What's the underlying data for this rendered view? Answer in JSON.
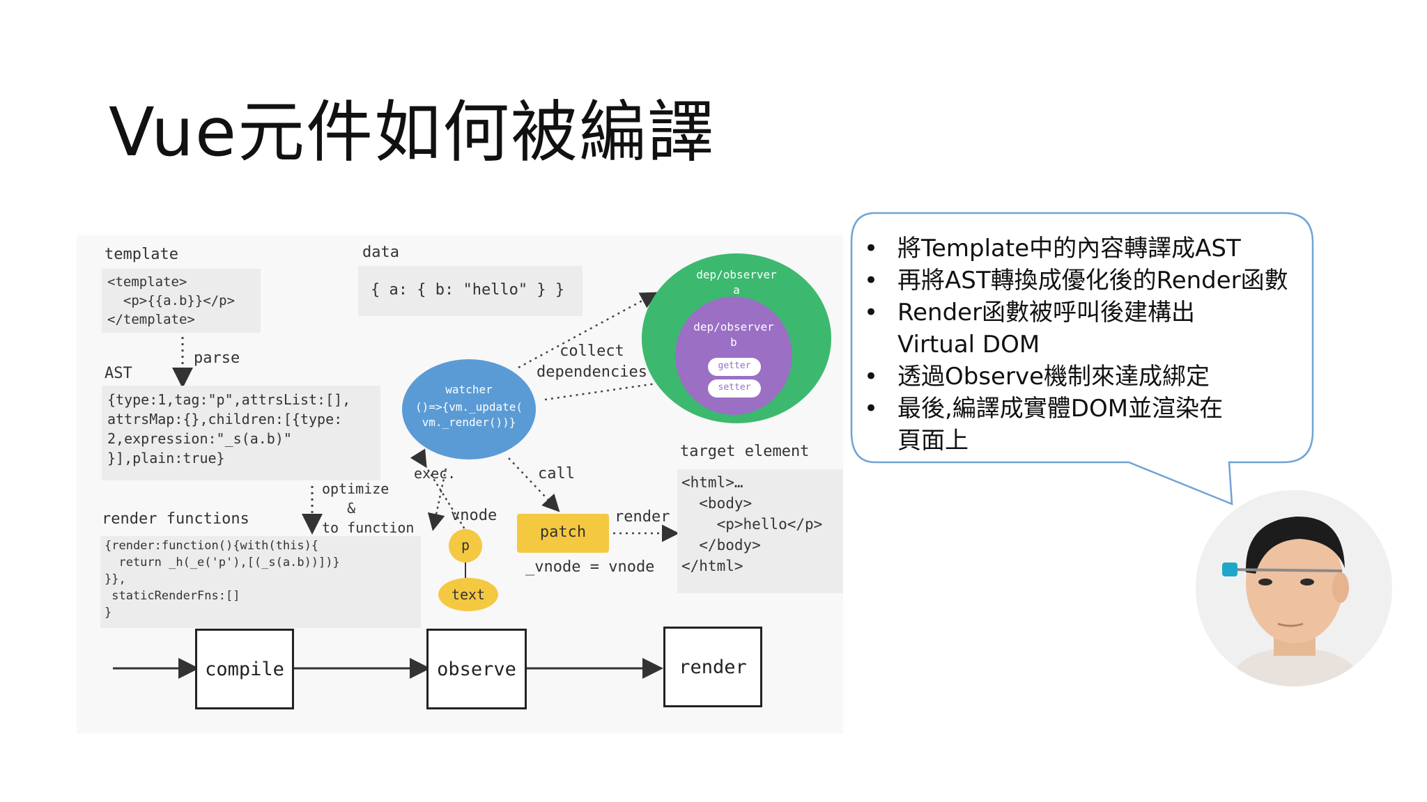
{
  "slide": {
    "title": "Vue元件如何被編譯"
  },
  "diagram": {
    "template_label": "template",
    "template_code": "<template>\n  <p>{{a.b}}</p>\n</template>",
    "data_label": "data",
    "data_code": "{ a: { b: \"hello\" } }",
    "parse_label": "parse",
    "ast_label": "AST",
    "ast_code": "{type:1,tag:\"p\",attrsList:[],\nattrsMap:{},children:[{type:\n2,expression:\"_s(a.b)\"\n}],plain:true}",
    "optimize_label": "optimize\n   &\nto function",
    "render_functions_label": "render functions",
    "render_functions_code": "{render:function(){with(this){\n  return _h(_e('p'),[(_s(a.b))])}\n}},\n staticRenderFns:[]\n}",
    "watcher_title": "watcher",
    "watcher_code": "()=>{vm._update(\nvm._render())}",
    "collect_label": "collect\ndependencies",
    "dep_a": "dep/observer\na",
    "dep_b": "dep/observer\nb",
    "getter": "getter",
    "setter": "setter",
    "exec_label": "exec.",
    "vnode_label": "vnode",
    "call_label": "call",
    "p_node": "p",
    "text_node": "text",
    "patch_label": "patch",
    "render_arrow_label": "render",
    "vnode_eq": "_vnode = vnode",
    "target_label": "target element",
    "target_code": "<html>…\n  <body>\n    <p>hello</p>\n  </body>\n</html>",
    "compile_stage": "compile",
    "observe_stage": "observe",
    "render_stage": "render"
  },
  "bubble": {
    "bullet_char": "•",
    "items": [
      {
        "lines": [
          "將Template中的內容轉譯成AST"
        ]
      },
      {
        "lines": [
          "再將AST轉換成優化後的Render函數"
        ]
      },
      {
        "lines": [
          "Render函數被呼叫後建構出",
          "Virtual DOM"
        ]
      },
      {
        "lines": [
          "透過Observe機制來達成綁定"
        ]
      },
      {
        "lines": [
          "最後,編譯成實體DOM並渲染在",
          "頁面上"
        ]
      }
    ]
  },
  "colors": {
    "watcher_blue": "#5b9bd5",
    "dep_green": "#3cb96e",
    "dep_purple": "#9a6fc4",
    "patch_yellow": "#f5c842",
    "bubble_border": "#6fa2d6"
  }
}
